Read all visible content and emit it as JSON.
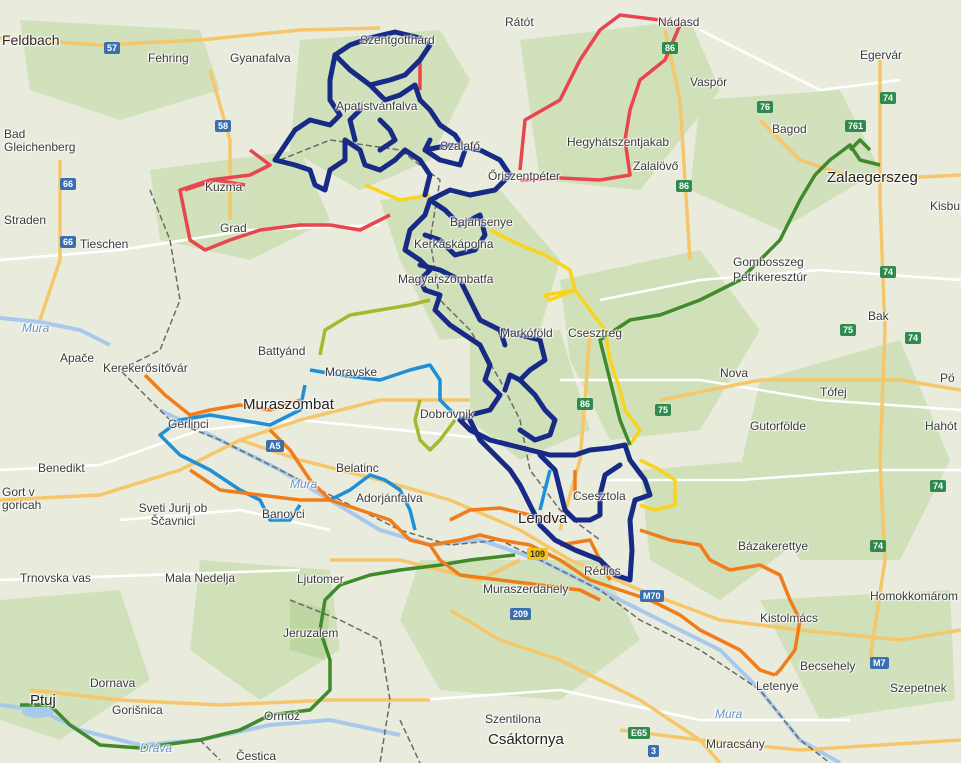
{
  "map": {
    "colors": {
      "background": "#e9ecdd",
      "forest": "#cfe0b8",
      "water": "#a9c9ec",
      "road_major": "#f6c66a",
      "road_minor": "#ffffff",
      "border": "#666666",
      "route_navy": "#162a86",
      "route_red": "#e8454f",
      "route_orange": "#f07d1a",
      "route_yellow": "#f9d41f",
      "route_green": "#3f8a2a",
      "route_lightblue": "#1f8fd6",
      "route_olive": "#a6b82e"
    },
    "places": [
      "Feldbach",
      "Fehring",
      "Gyanafalva",
      "Bad Gleichenberg",
      "Straden",
      "Tieschen",
      "Kuzma",
      "Grad",
      "Apatistvánfalva",
      "Szentgotthárd",
      "Rátót",
      "Nádasd",
      "Vaspör",
      "Egervár",
      "Bagod",
      "Zalaegerszeg",
      "Kisbu",
      "Hegyhátszentjakab",
      "Zalalövő",
      "Őriszentpéter",
      "Szalafő",
      "Bajánsenye",
      "Kerkáskápolna",
      "Magyarszombatfa",
      "Gombosszeg",
      "Petrikeresztúr",
      "Bak",
      "Markóföld",
      "Csesztreg",
      "Battyánd",
      "Apače",
      "Kerekerősítővár",
      "Muraszombat",
      "Moravske",
      "Dobrovnik",
      "Nova",
      "Tófej",
      "Gutorfölde",
      "Hahót",
      "Belatinc",
      "Adorjánfalva",
      "Benedikt",
      "Sveti Jurij ob Ščavnici",
      "Lendva",
      "Csesztola",
      "Bázakerettye",
      "Rédics",
      "Trnovska vas",
      "Mala Nedelja",
      "Ljutomer",
      "Muraszerdahely",
      "Kistolmács",
      "Homokkomárom",
      "Jeruzalem",
      "Dornava",
      "Becsehely",
      "Letenye",
      "Szepetnek",
      "Ptuj",
      "Gorišnica",
      "Ormož",
      "Szentilona",
      "Csáktornya",
      "Muracsány",
      "Čestica",
      "Gerlinci",
      "Banovci",
      "Gort v goricah",
      "Pö"
    ],
    "waters": [
      "Mura",
      "Mura",
      "Mura",
      "Dráva"
    ],
    "road_shields": [
      "57",
      "58",
      "66",
      "66",
      "86",
      "86",
      "76",
      "74",
      "761",
      "74",
      "74",
      "75",
      "74",
      "75",
      "74",
      "86",
      "A5",
      "109",
      "M70",
      "209",
      "M7",
      "E65",
      "3"
    ]
  }
}
